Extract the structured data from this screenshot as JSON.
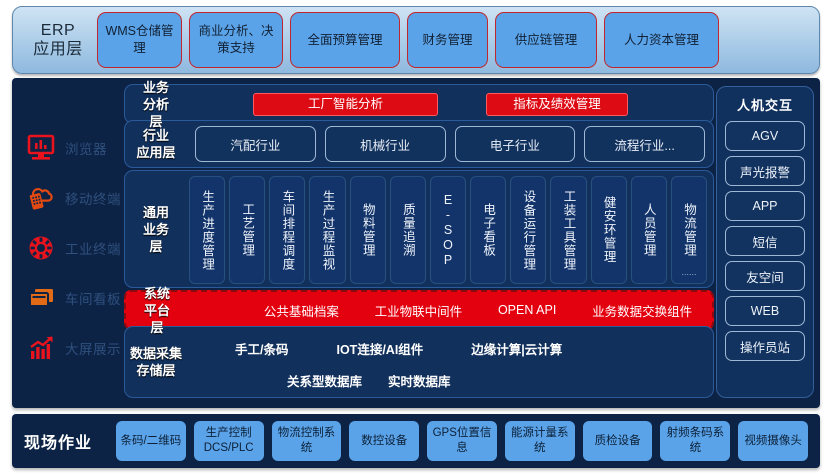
{
  "erp": {
    "label": "ERP\n应用层",
    "label_line1": "ERP",
    "label_line2": "应用层",
    "items": [
      {
        "label": "WMS仓储管理"
      },
      {
        "label": "商业分析、决策支持"
      },
      {
        "label": "全面预算管理"
      },
      {
        "label": "财务管理"
      },
      {
        "label": "供应链管理"
      },
      {
        "label": "人力资本管理"
      }
    ]
  },
  "left_rail": {
    "items": [
      {
        "label": "浏览器",
        "icon": "monitor-chart-icon",
        "color": "#e8131d"
      },
      {
        "label": "移动终端",
        "icon": "mobile-cloud-icon",
        "color": "#e24a12"
      },
      {
        "label": "工业终端",
        "icon": "gear-circle-icon",
        "color": "#e8131d"
      },
      {
        "label": "车间看板",
        "icon": "kanban-board-icon",
        "color": "#e06a16"
      },
      {
        "label": "大屏展示",
        "icon": "trending-chart-icon",
        "color": "#e8131d"
      }
    ]
  },
  "business_analysis": {
    "label_lines": [
      "业务",
      "分析",
      "层"
    ],
    "items": [
      {
        "label": "工厂智能分析"
      },
      {
        "label": "指标及绩效管理"
      }
    ]
  },
  "industry_application": {
    "label_lines": [
      "行业",
      "应用层"
    ],
    "items": [
      {
        "label": "汽配行业"
      },
      {
        "label": "机械行业"
      },
      {
        "label": "电子行业"
      },
      {
        "label": "流程行业..."
      }
    ]
  },
  "general_business": {
    "label_lines": [
      "通用",
      "业务",
      "层"
    ],
    "items": [
      {
        "label": "生产进度管理",
        "dots": ""
      },
      {
        "label": "工艺管理",
        "dots": ""
      },
      {
        "label": "车间排程调度",
        "dots": ""
      },
      {
        "label": "生产过程监视",
        "dots": ""
      },
      {
        "label": "物料管理",
        "dots": ""
      },
      {
        "label": "质量追溯",
        "dots": ""
      },
      {
        "label": "E-SOP",
        "dots": ""
      },
      {
        "label": "电子看板",
        "dots": ""
      },
      {
        "label": "设备运行管理",
        "dots": ""
      },
      {
        "label": "工装工具管理",
        "dots": ""
      },
      {
        "label": "健安环管理",
        "dots": ""
      },
      {
        "label": "人员管理",
        "dots": ""
      },
      {
        "label": "物流管理",
        "dots": "......"
      }
    ]
  },
  "system_platform": {
    "label_lines": [
      "系统",
      "平台",
      "层"
    ],
    "items": [
      {
        "label": "公共基础档案"
      },
      {
        "label": "工业物联中间件"
      },
      {
        "label": "OPEN API"
      },
      {
        "label": "业务数据交换组件"
      }
    ]
  },
  "data_acquisition": {
    "label_lines": [
      "数据采集",
      "存储层"
    ],
    "row1": [
      {
        "label": "手工/条码"
      },
      {
        "label": "IOT连接/AI组件"
      },
      {
        "label": "边缘计算|云计算"
      }
    ],
    "row2": [
      {
        "label": "关系型数据库"
      },
      {
        "label": "实时数据库"
      }
    ]
  },
  "right_rail": {
    "title": "人机交互",
    "items": [
      {
        "label": "AGV"
      },
      {
        "label": "声光报警"
      },
      {
        "label": "APP"
      },
      {
        "label": "短信"
      },
      {
        "label": "友空间"
      },
      {
        "label": "WEB"
      },
      {
        "label": "操作员站"
      }
    ]
  },
  "bottom": {
    "label": "现场作业",
    "items": [
      {
        "label": "条码/二维码"
      },
      {
        "label": "生产控制DCS/PLC"
      },
      {
        "label": "物流控制系统"
      },
      {
        "label": "数控设备"
      },
      {
        "label": "GPS位置信息"
      },
      {
        "label": "能源计量系统"
      },
      {
        "label": "质检设备"
      },
      {
        "label": "射频条码系统"
      },
      {
        "label": "视频摄像头"
      }
    ]
  },
  "colors": {
    "panel_navy": "#0c2345",
    "band_navy": "#11305c",
    "accent_red": "#e3000f",
    "erp_blue": "#5ba3e8",
    "erp_bar_blue": "#aacce8",
    "outline_red": "#c0272d"
  }
}
